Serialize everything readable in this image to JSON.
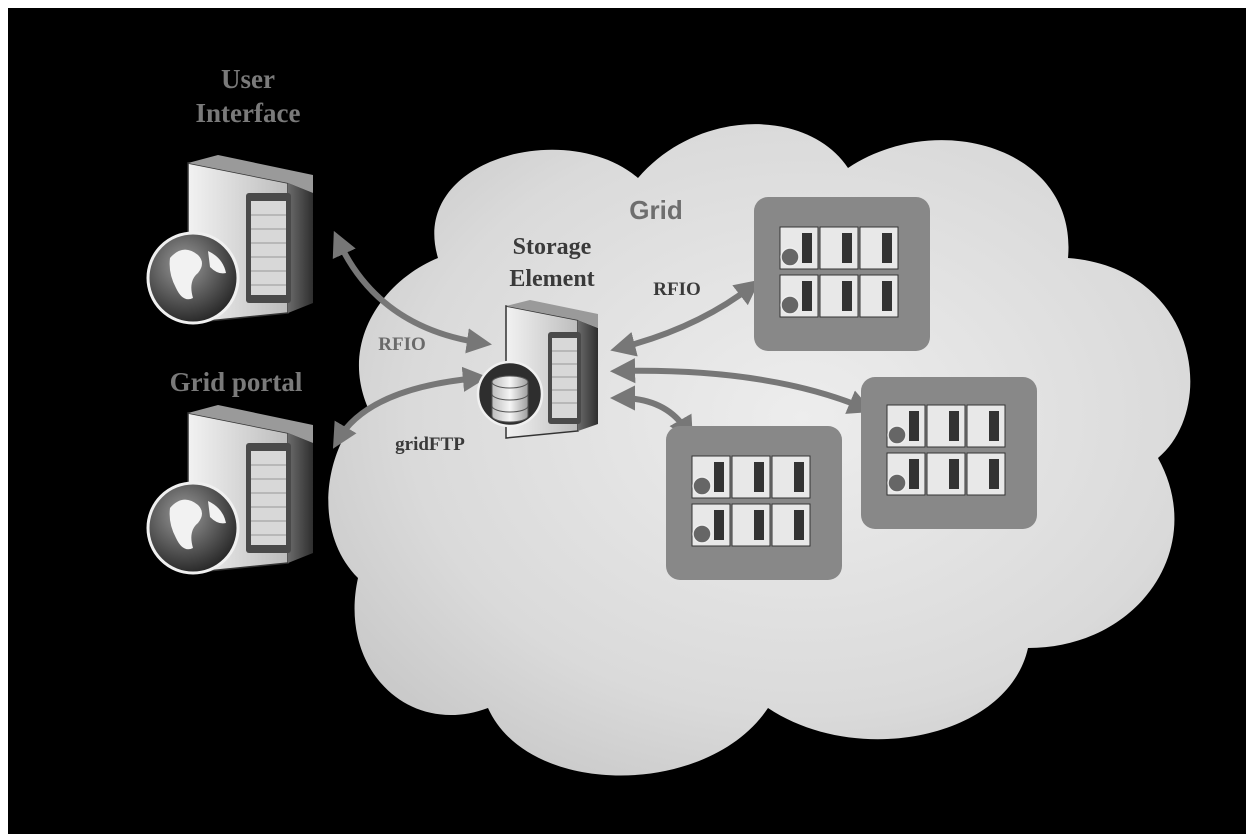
{
  "diagram": {
    "labels": {
      "user_interface_line1": "User",
      "user_interface_line2": "Interface",
      "grid_portal": "Grid portal",
      "grid": "Grid",
      "storage_element_line1": "Storage",
      "storage_element_line2": "Element",
      "rfio_left": "RFIO",
      "gridftp": "gridFTP",
      "rfio_right": "RFIO"
    },
    "icons": [
      "server-globe-icon",
      "server-database-icon",
      "server-cluster-icon"
    ],
    "colors": {
      "background": "#000000",
      "cloud": "#dcdcdc",
      "arrow": "#777777",
      "cluster_box": "#888888",
      "label_muted": "#7a7a7a",
      "label_dark": "#3a3a3a"
    }
  }
}
